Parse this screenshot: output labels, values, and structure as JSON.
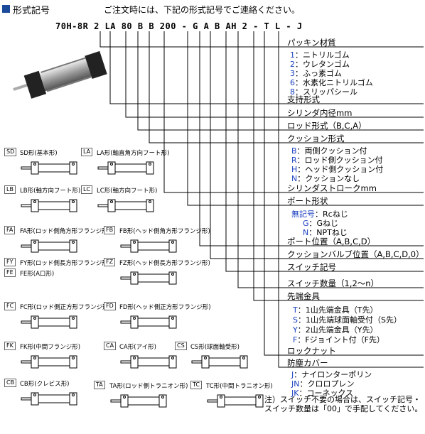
{
  "header": {
    "title": "形式記号",
    "note": "ご注文時には、下記の形式記号でご連絡ください。"
  },
  "model_code": "70H-8R 2 LA 80 B B 200 - G A B AH 2 - T L - J",
  "fields": {
    "packing": "パッキン材質",
    "packing_opts": [
      {
        "k": "1",
        "v": "：ニトリルゴム"
      },
      {
        "k": "2",
        "v": "：ウレタンゴム"
      },
      {
        "k": "3",
        "v": "：ふっ素ゴム"
      },
      {
        "k": "6",
        "v": "：水素化ニトリルゴム"
      },
      {
        "k": "8",
        "v": "：スリッパシール"
      }
    ],
    "support": "支持形式",
    "bore": "シリンダ内径mm",
    "rod": "ロッド形式（B,C,A）",
    "cushion": "クッション形式",
    "cushion_opts": [
      {
        "k": "B",
        "v": "：両側クッション付"
      },
      {
        "k": "R",
        "v": "：ロッド側クッション付"
      },
      {
        "k": "H",
        "v": "：ヘッド側クッション付"
      },
      {
        "k": "N",
        "v": "：クッションなし"
      }
    ],
    "stroke": "シリンダストロークmm",
    "port": "ポート形状",
    "port_opts": [
      {
        "k": "無記号",
        "v": "：Rcねじ"
      },
      {
        "k": "G",
        "v": "：Gねじ"
      },
      {
        "k": "N",
        "v": "：NPTねじ"
      }
    ],
    "port_pos": "ポート位置（A,B,C,D）",
    "valve_pos": "クッションバルブ位置（A,B,C,D,0）",
    "switch_code": "スイッチ記号",
    "switch_qty": "スイッチ数量（1,2～n）",
    "tip": "先端金具",
    "tip_opts": [
      {
        "k": "T",
        "v": "：1山先端金具（T先）"
      },
      {
        "k": "S",
        "v": "：1山先端球面軸受付（S先）"
      },
      {
        "k": "Y",
        "v": "：2山先端金具（Y先）"
      },
      {
        "k": "F",
        "v": "：Fジョイント付（F先）"
      }
    ],
    "locknut": "ロックナット",
    "cover": "防塵カバー",
    "cover_opts": [
      {
        "k": "J",
        "v": "：ナイロンターポリン"
      },
      {
        "k": "JN",
        "v": "：クロロプレン"
      },
      {
        "k": "JK",
        "v": "：コーネックス"
      }
    ],
    "note": "注）スイッチ不要の場合は、スイッチ記号・スイッチ数量は「00」で手配してください。"
  },
  "mounts": [
    {
      "code": "SD",
      "label": "SD形(基本形)"
    },
    {
      "code": "LA",
      "label": "LA形(軸直角方向フート形)"
    },
    {
      "code": "LB",
      "label": "LB形(軸方向フート形)"
    },
    {
      "code": "LC",
      "label": "LC形(軸方向フート形)"
    },
    {
      "code": "FA",
      "label": "FA形(ロッド側角方形フランジ形)"
    },
    {
      "code": "FB",
      "label": "FB形(ヘッド側角方形フランジ形)"
    },
    {
      "code": "FY",
      "label": "FY形(ロッド側長方形フランジ形)"
    },
    {
      "code": "FZ",
      "label": "FZ形(ヘッド側長方形フランジ形)"
    },
    {
      "code": "FE",
      "label": "FE形(A口形)"
    },
    {
      "code": "FC",
      "label": "FC形(ロッド側正方形フランジ形)"
    },
    {
      "code": "FD",
      "label": "FD形(ヘッド側正方形フランジ形)"
    },
    {
      "code": "FK",
      "label": "FK形(中間フランジ形)"
    },
    {
      "code": "CA",
      "label": "CA形(アイ形)"
    },
    {
      "code": "CS",
      "label": "CS形(球面軸受形)"
    },
    {
      "code": "CB",
      "label": "CB形(クレビス形)"
    },
    {
      "code": "TA",
      "label": "TA形(ロッド側トラニオン形)"
    },
    {
      "code": "TC",
      "label": "TC形(中間トラニオン形)"
    }
  ]
}
